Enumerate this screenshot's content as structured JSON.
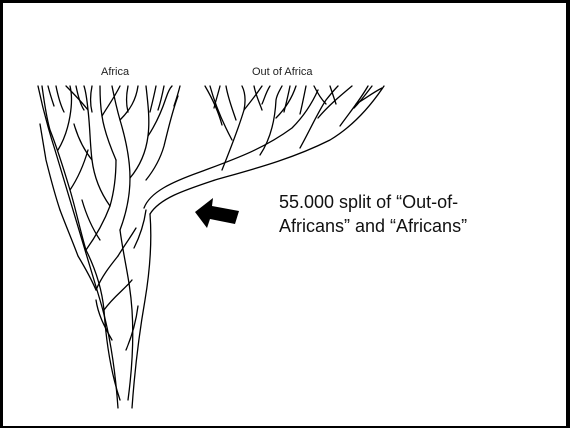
{
  "tree": {
    "label_left": "Africa",
    "label_right": "Out of Africa"
  },
  "annotation": {
    "line1": "55.000 split of “Out-of-",
    "line2": "Africans” and “Africans”"
  },
  "colors": {
    "ink": "#000000",
    "background": "#ffffff"
  },
  "icons": {
    "pointer": "arrow-pointing-left-up"
  }
}
